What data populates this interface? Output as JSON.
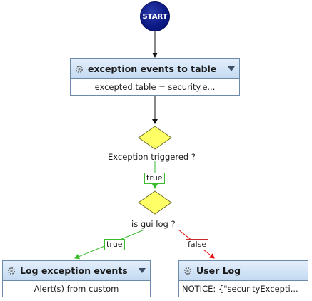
{
  "start": {
    "label": "START"
  },
  "nodes": {
    "exception_table": {
      "title": "exception events to table",
      "body": "excepted.table = security.e..."
    },
    "log_exception": {
      "title": "Log exception events",
      "body": "Alert(s) from custom"
    },
    "user_log": {
      "title": "User Log",
      "body": "NOTICE:  {\"securityExcepti..."
    }
  },
  "conditions": {
    "exception_triggered": {
      "label": "Exception triggered ?"
    },
    "is_gui_log": {
      "label": "is gui log ?"
    }
  },
  "edges": {
    "true_1": "true",
    "true_2": "true",
    "false_1": "false"
  },
  "colors": {
    "start": "#0c1a85",
    "diamond_fill": "#ffff66",
    "true_edge": "#3dbb2f",
    "false_edge": "#e01010",
    "node_header": "#c4daf2"
  }
}
